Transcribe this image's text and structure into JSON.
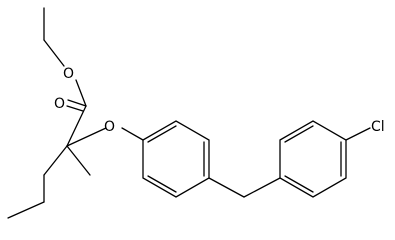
{
  "molecule": {
    "atom_labels": {
      "ester_oxygen": "O",
      "carbonyl_oxygen": "O",
      "ether_oxygen": "O",
      "chlorine": "Cl"
    },
    "colors": {
      "bond": "#000000",
      "background": "#ffffff"
    }
  }
}
